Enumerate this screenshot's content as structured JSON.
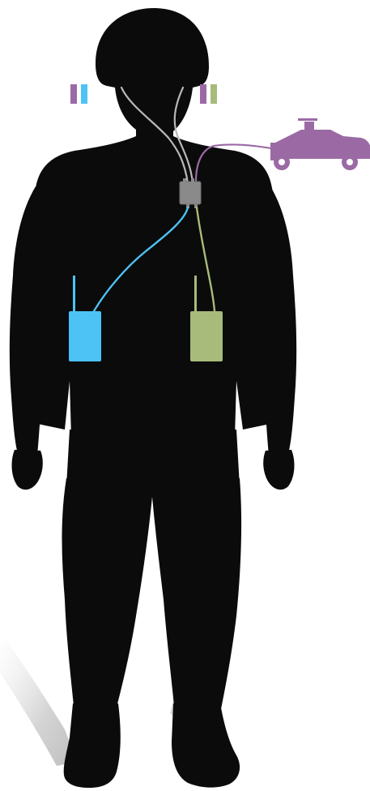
{
  "diagram": {
    "colors": {
      "background": "#ffffff",
      "silhouette": "#0b0b0b",
      "shadow": "#d9d9d9",
      "hub": "#8a8a8a",
      "hub_cable": "#b8b8b8",
      "radio_blue": "#4dc3f5",
      "radio_green": "#a8bb7a",
      "vehicle_purple": "#9b6aa5",
      "ear_left_outer": "#9b6aa5",
      "ear_left_inner": "#4dc3f5",
      "ear_right_outer": "#9b6aa5",
      "ear_right_inner": "#a8bb7a"
    },
    "elements": [
      {
        "id": "soldier",
        "icon": "soldier-silhouette-icon"
      },
      {
        "id": "hub",
        "icon": "interface-hub-icon"
      },
      {
        "id": "radio-left",
        "icon": "radio-icon",
        "color": "radio_blue"
      },
      {
        "id": "radio-right",
        "icon": "radio-icon",
        "color": "radio_green"
      },
      {
        "id": "vehicle",
        "icon": "humvee-icon",
        "color": "vehicle_purple"
      },
      {
        "id": "ear-left",
        "icon": "earpiece-indicator-icon"
      },
      {
        "id": "ear-right",
        "icon": "earpiece-indicator-icon"
      }
    ]
  }
}
